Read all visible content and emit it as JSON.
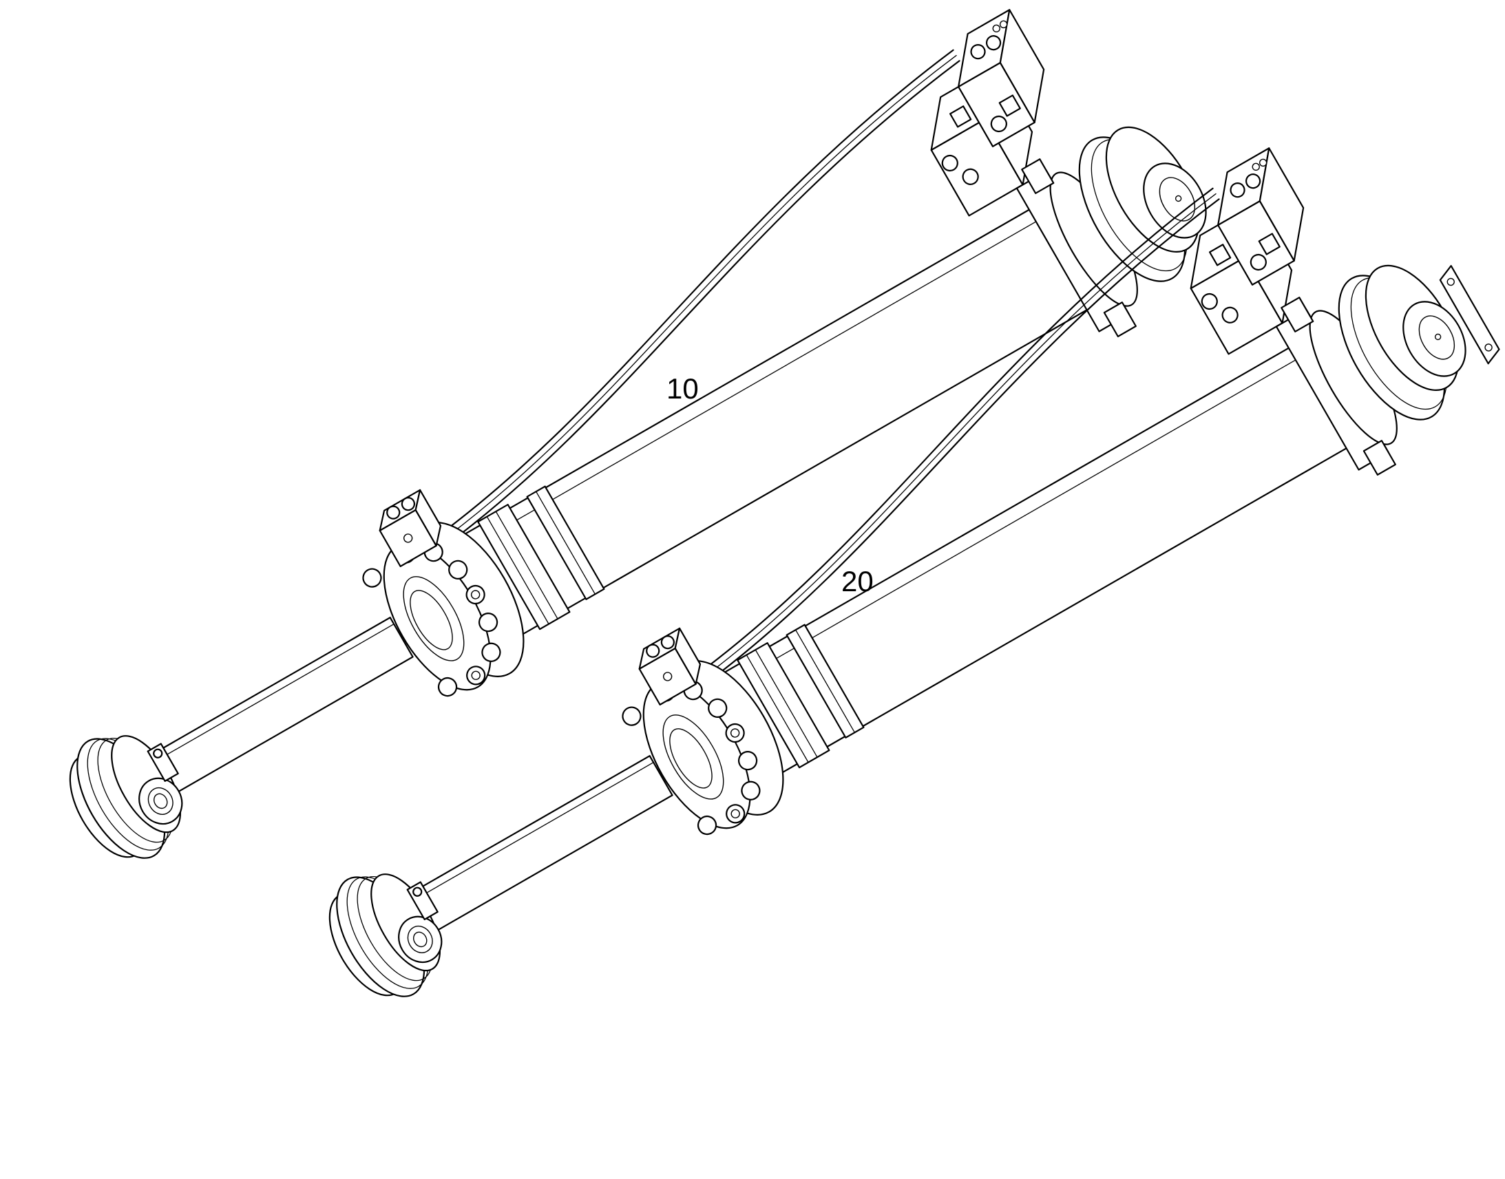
{
  "callouts": [
    {
      "id": "cylinder-1",
      "label": "10"
    },
    {
      "id": "cylinder-2",
      "label": "20"
    }
  ]
}
